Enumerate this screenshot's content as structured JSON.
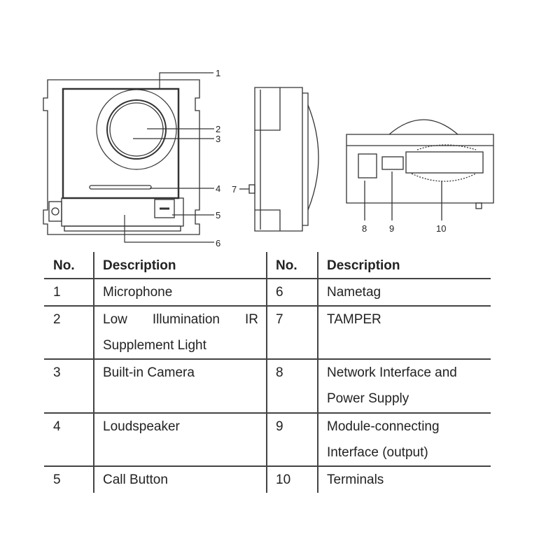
{
  "callouts": [
    "1",
    "2",
    "3",
    "4",
    "5",
    "6",
    "7",
    "8",
    "9",
    "10"
  ],
  "table": {
    "headers": {
      "no_left": "No.",
      "desc_left": "Description",
      "no_right": "No.",
      "desc_right": "Description"
    },
    "rows": [
      {
        "no_left": "1",
        "desc_left": "Microphone",
        "no_right": "6",
        "desc_right": "Nametag"
      },
      {
        "no_left": "2",
        "desc_left": "Low Illumination IR Supplement Light",
        "no_right": "7",
        "desc_right": "TAMPER"
      },
      {
        "no_left": "3",
        "desc_left": "Built-in Camera",
        "no_right": "8",
        "desc_right": "Network Interface and Power Supply"
      },
      {
        "no_left": "4",
        "desc_left": "Loudspeaker",
        "no_right": "9",
        "desc_right": "Module-connecting Interface (output)"
      },
      {
        "no_left": "5",
        "desc_left": "Call Button",
        "no_right": "10",
        "desc_right": "Terminals"
      }
    ]
  }
}
